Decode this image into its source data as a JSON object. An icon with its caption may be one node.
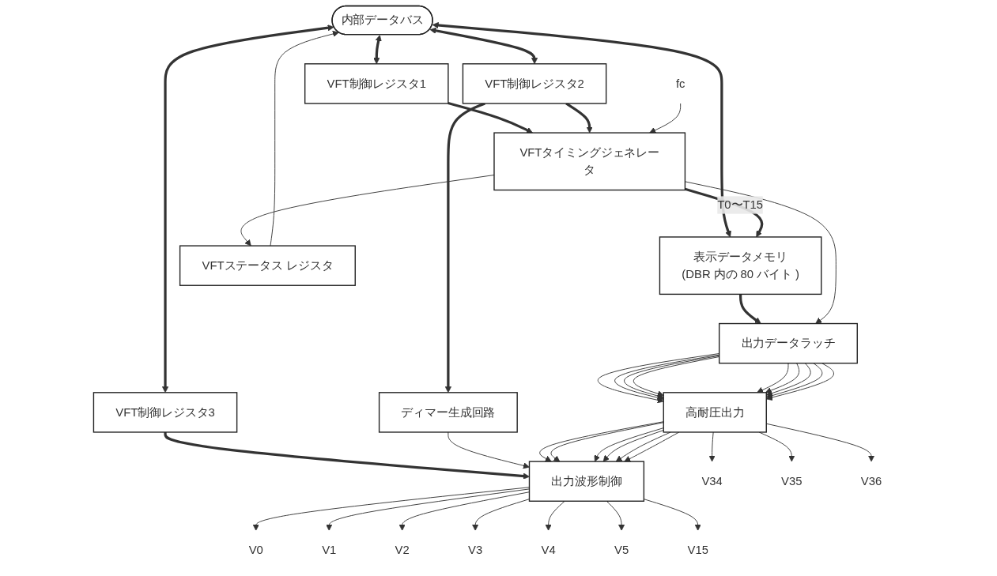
{
  "diagram": {
    "nodes": [
      {
        "text": [
          "内部データバス"
        ]
      },
      {
        "text": [
          "表示データメモリ",
          "(DBR 内の 80 バイト )"
        ]
      },
      {
        "text": [
          "VFTステータス レジスタ"
        ]
      },
      {
        "text": [
          "VFT制御レジスタ1"
        ]
      },
      {
        "text": [
          "VFT制御レジスタ2"
        ]
      },
      {
        "text": [
          "VFT制御レジスタ3"
        ]
      },
      {
        "text": [
          "VFTタイミングジェネレータ"
        ]
      },
      {
        "text": [
          "ディマー生成回路"
        ]
      },
      {
        "text": [
          "出力データラッチ"
        ]
      },
      {
        "text": [
          "高耐圧出力"
        ]
      },
      {
        "text": [
          "出力波形制御"
        ]
      },
      {
        "text": [
          "V0"
        ]
      },
      {
        "text": [
          "V1"
        ]
      },
      {
        "text": [
          "V2"
        ]
      },
      {
        "text": [
          "V3"
        ]
      },
      {
        "text": [
          "V4"
        ]
      },
      {
        "text": [
          "V5"
        ]
      },
      {
        "text": [
          "V15"
        ]
      },
      {
        "text": [
          "V34"
        ]
      },
      {
        "text": [
          "V35"
        ]
      },
      {
        "text": [
          "V36"
        ]
      },
      {
        "text": [
          "fc"
        ]
      }
    ],
    "edges": [
      {
        "from": 0,
        "to": 1,
        "arrow": "both",
        "style": "thick"
      },
      {
        "from": 2,
        "to": 0,
        "arrow": "to"
      },
      {
        "from": 0,
        "to": 3,
        "arrow": "both",
        "style": "thick"
      },
      {
        "from": 0,
        "to": 4,
        "arrow": "both",
        "style": "thick"
      },
      {
        "from": 0,
        "to": 5,
        "arrow": "both",
        "style": "thick"
      },
      {
        "from": 6,
        "to": 2,
        "arrow": "to"
      },
      {
        "from": 6,
        "to": 1,
        "arrow": "to",
        "style": "thick",
        "label": "T0〜T15"
      },
      {
        "from": 3,
        "to": 6,
        "arrow": "to",
        "style": "thick"
      },
      {
        "from": 4,
        "to": 6,
        "arrow": "to",
        "style": "thick"
      },
      {
        "from": 4,
        "to": 7,
        "arrow": "to",
        "style": "thick"
      },
      {
        "from": 21,
        "to": 6,
        "arrow": "to"
      },
      {
        "from": 5,
        "to": 10,
        "arrow": "to",
        "style": "thick"
      },
      {
        "from": 1,
        "to": 8,
        "arrow": "to",
        "style": "thick"
      },
      {
        "from": 6,
        "to": 8,
        "arrow": "to"
      },
      {
        "from": 7,
        "to": 10,
        "arrow": "to"
      },
      {
        "from": 8,
        "to": 9,
        "arrow": "to"
      },
      {
        "from": 8,
        "to": 9,
        "arrow": "to"
      },
      {
        "from": 8,
        "to": 9,
        "arrow": "to"
      },
      {
        "from": 8,
        "to": 9,
        "arrow": "to"
      },
      {
        "from": 8,
        "to": 9,
        "arrow": "to"
      },
      {
        "from": 8,
        "to": 9,
        "arrow": "to"
      },
      {
        "from": 8,
        "to": 9,
        "arrow": "to"
      },
      {
        "from": 8,
        "to": 9,
        "arrow": "to"
      },
      {
        "from": 8,
        "to": 9,
        "arrow": "to"
      },
      {
        "from": 9,
        "to": 10,
        "arrow": "to"
      },
      {
        "from": 9,
        "to": 10,
        "arrow": "to"
      },
      {
        "from": 9,
        "to": 10,
        "arrow": "to"
      },
      {
        "from": 9,
        "to": 10,
        "arrow": "to"
      },
      {
        "from": 9,
        "to": 10,
        "arrow": "to"
      },
      {
        "from": 9,
        "to": 10,
        "arrow": "to"
      },
      {
        "from": 9,
        "to": 18,
        "arrow": "to"
      },
      {
        "from": 9,
        "to": 19,
        "arrow": "to"
      },
      {
        "from": 9,
        "to": 20,
        "arrow": "to"
      },
      {
        "from": 10,
        "to": 11,
        "arrow": "to"
      },
      {
        "from": 10,
        "to": 12,
        "arrow": "to"
      },
      {
        "from": 10,
        "to": 13,
        "arrow": "to"
      },
      {
        "from": 10,
        "to": 14,
        "arrow": "to"
      },
      {
        "from": 10,
        "to": 15,
        "arrow": "to"
      },
      {
        "from": 10,
        "to": 16,
        "arrow": "to"
      },
      {
        "from": 10,
        "to": 17,
        "arrow": "to"
      }
    ]
  }
}
